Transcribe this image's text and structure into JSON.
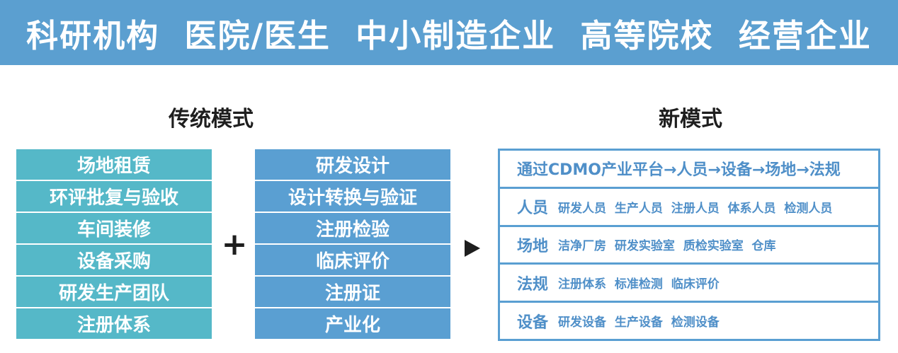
{
  "banner": {
    "text": "科研机构  医院/医生  中小制造企业  高等院校  经营企业"
  },
  "traditional": {
    "title": "传统模式",
    "left_items": [
      "场地租赁",
      "环评批复与验收",
      "车间装修",
      "设备采购",
      "研发生产团队",
      "注册体系"
    ],
    "plus": "+",
    "right_items": [
      "研发设计",
      "设计转换与验证",
      "注册检验",
      "临床评价",
      "注册证",
      "产业化"
    ]
  },
  "new_model": {
    "title": "新模式",
    "flow": "通过CDMO产业平台→人员→设备→场地→法规",
    "rows": [
      {
        "head": "人员",
        "items": "研发人员  生产人员  注册人员  体系人员  检测人员"
      },
      {
        "head": "场地",
        "items": "洁净厂房  研发实验室  质检实验室  仓库"
      },
      {
        "head": "法规",
        "items": "注册体系  标准检测  临床评价"
      },
      {
        "head": "设备",
        "items": "研发设备  生产设备  检测设备"
      }
    ]
  },
  "colors": {
    "banner": "#5b9fd0",
    "teal": "#55b8c8",
    "blue": "#5a9fd2",
    "text_blue": "#4f8fc8"
  }
}
